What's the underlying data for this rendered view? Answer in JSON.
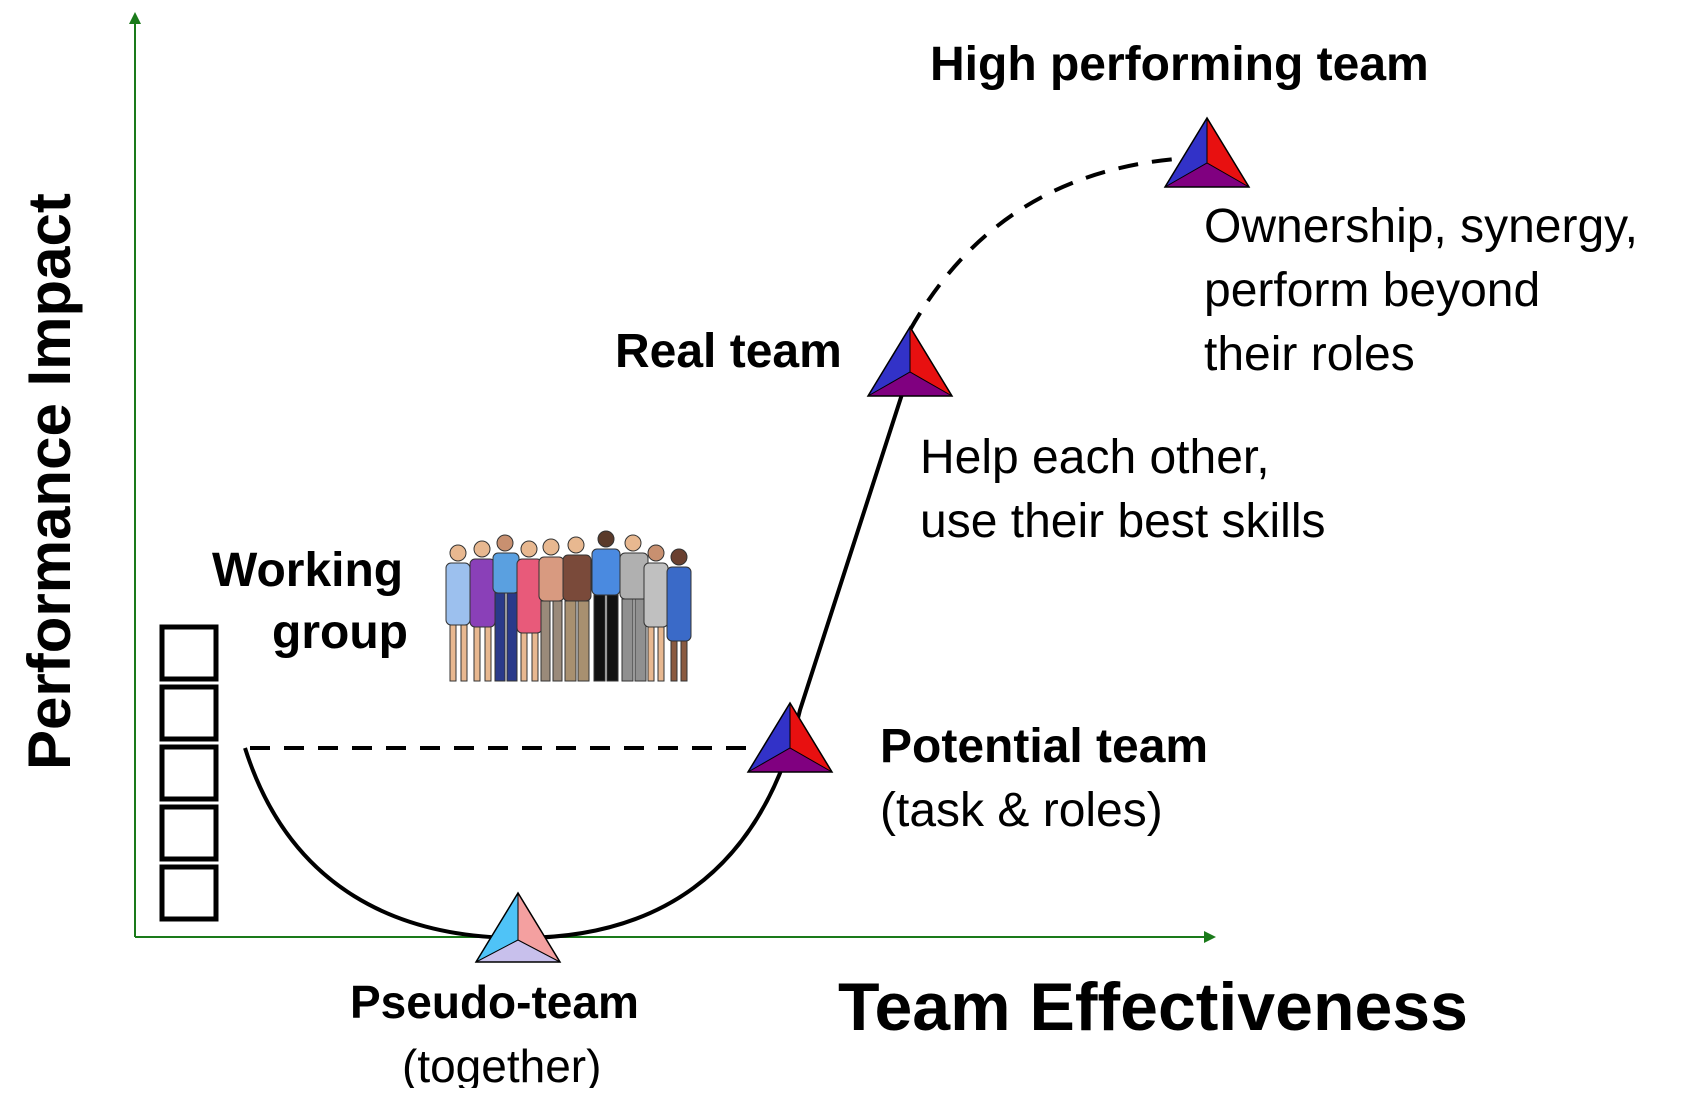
{
  "axes": {
    "y_label": "Performance Impact",
    "x_label": "Team Effectiveness",
    "color": "#1a7a1a"
  },
  "stages": {
    "working_group": {
      "line1": "Working",
      "line2": "group"
    },
    "pseudo_team": {
      "title": "Pseudo-team",
      "subtitle": "(together)"
    },
    "potential_team": {
      "title": "Potential team",
      "subtitle": "(task & roles)"
    },
    "real_team": {
      "title": "Real team",
      "line1": "Help each other,",
      "line2": "use their best skills"
    },
    "high_performing_team": {
      "title": "High performing team",
      "line1": "Ownership, synergy,",
      "line2": "perform beyond",
      "line3": "their roles"
    }
  },
  "colors": {
    "triangle_blue": "#3232c8",
    "triangle_red": "#e81010",
    "triangle_purple": "#800080",
    "pseudo_blue": "#4fc3f7",
    "pseudo_pink": "#f4a0a0",
    "pseudo_lavender": "#c8c0ec",
    "curve": "#000000"
  },
  "icons": {
    "people": "group-of-people-icon",
    "boxes": "stacked-boxes-icon"
  }
}
